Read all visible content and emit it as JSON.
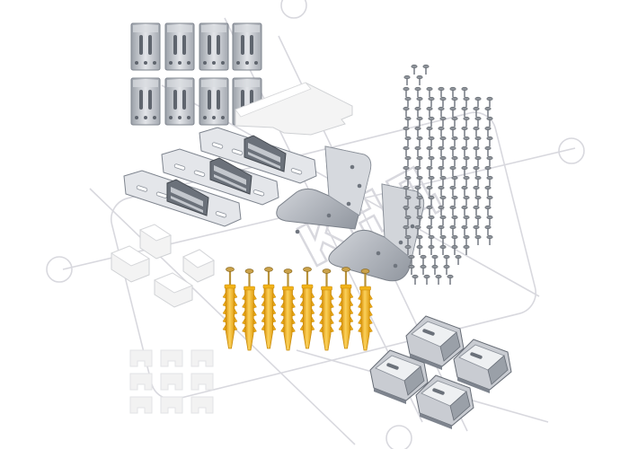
{
  "watermark": {
    "text": "КНД",
    "color": "#d8d8de"
  },
  "colors": {
    "steel_light": "#d9dbe0",
    "steel_mid": "#aeb3bb",
    "steel_dark": "#7e848e",
    "plastic_white": "#f2f2f2",
    "dowel_yellow": "#f2b318",
    "dowel_shadow": "#c98b0a",
    "screw_brass": "#b8923a"
  },
  "items": [
    {
      "name": "flat-mounting-plates",
      "count": 8
    },
    {
      "name": "slotted-rail-brackets",
      "count": 3
    },
    {
      "name": "l-angle-brackets",
      "count": 2
    },
    {
      "name": "wood-screws",
      "count": 110
    },
    {
      "name": "plastic-corner-guides",
      "count": 4
    },
    {
      "name": "plastic-dowels-with-screws",
      "count": 8
    },
    {
      "name": "plastic-pads",
      "count": 9
    },
    {
      "name": "z-clip-brackets",
      "count": 4
    }
  ]
}
